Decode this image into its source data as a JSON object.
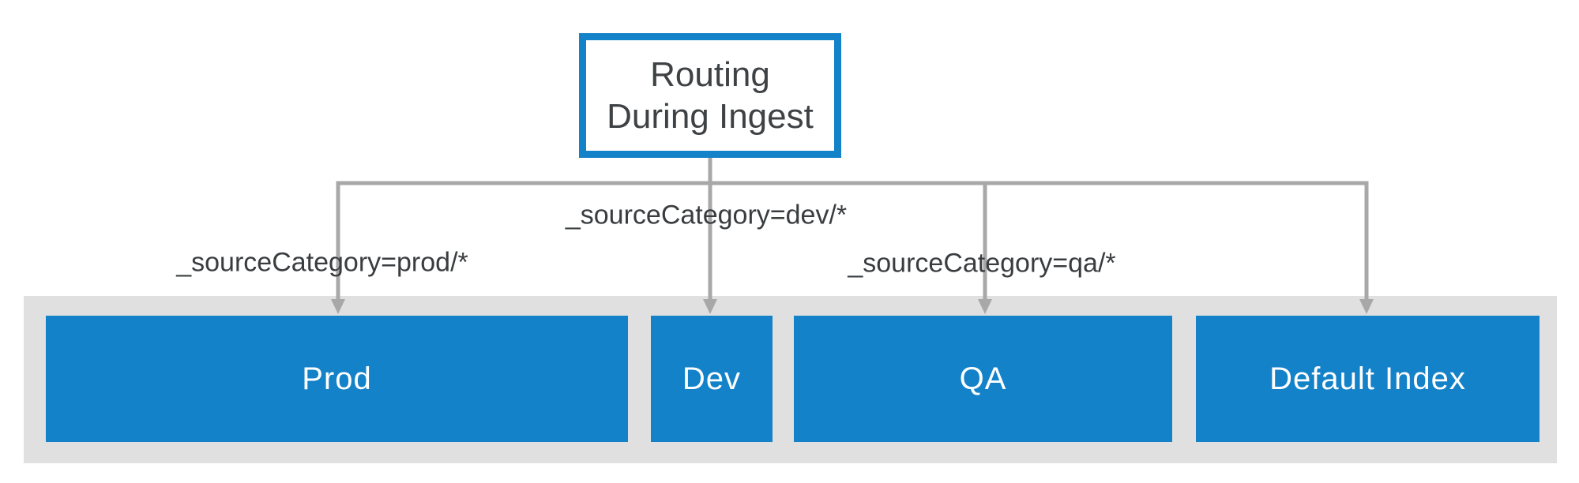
{
  "diagram": {
    "root": {
      "title_line1": "Routing",
      "title_line2": "During Ingest"
    },
    "edge_labels": [
      {
        "id": "prod",
        "text": "_sourceCategory=prod/*"
      },
      {
        "id": "dev",
        "text": "_sourceCategory=dev/*"
      },
      {
        "id": "qa",
        "text": "_sourceCategory=qa/*"
      }
    ],
    "index_nodes": [
      {
        "id": "prod",
        "label": "Prod"
      },
      {
        "id": "dev",
        "label": "Dev"
      },
      {
        "id": "qa",
        "label": "QA"
      },
      {
        "id": "default",
        "label": "Default Index"
      }
    ],
    "colors": {
      "accent_blue": "#1482c8",
      "band_gray": "#e0e0e0",
      "arrow_gray": "#a8a8a8",
      "title_text": "#3f4245",
      "label_text": "#3a3d3f",
      "node_text": "#ffffff",
      "background": "#ffffff"
    }
  }
}
